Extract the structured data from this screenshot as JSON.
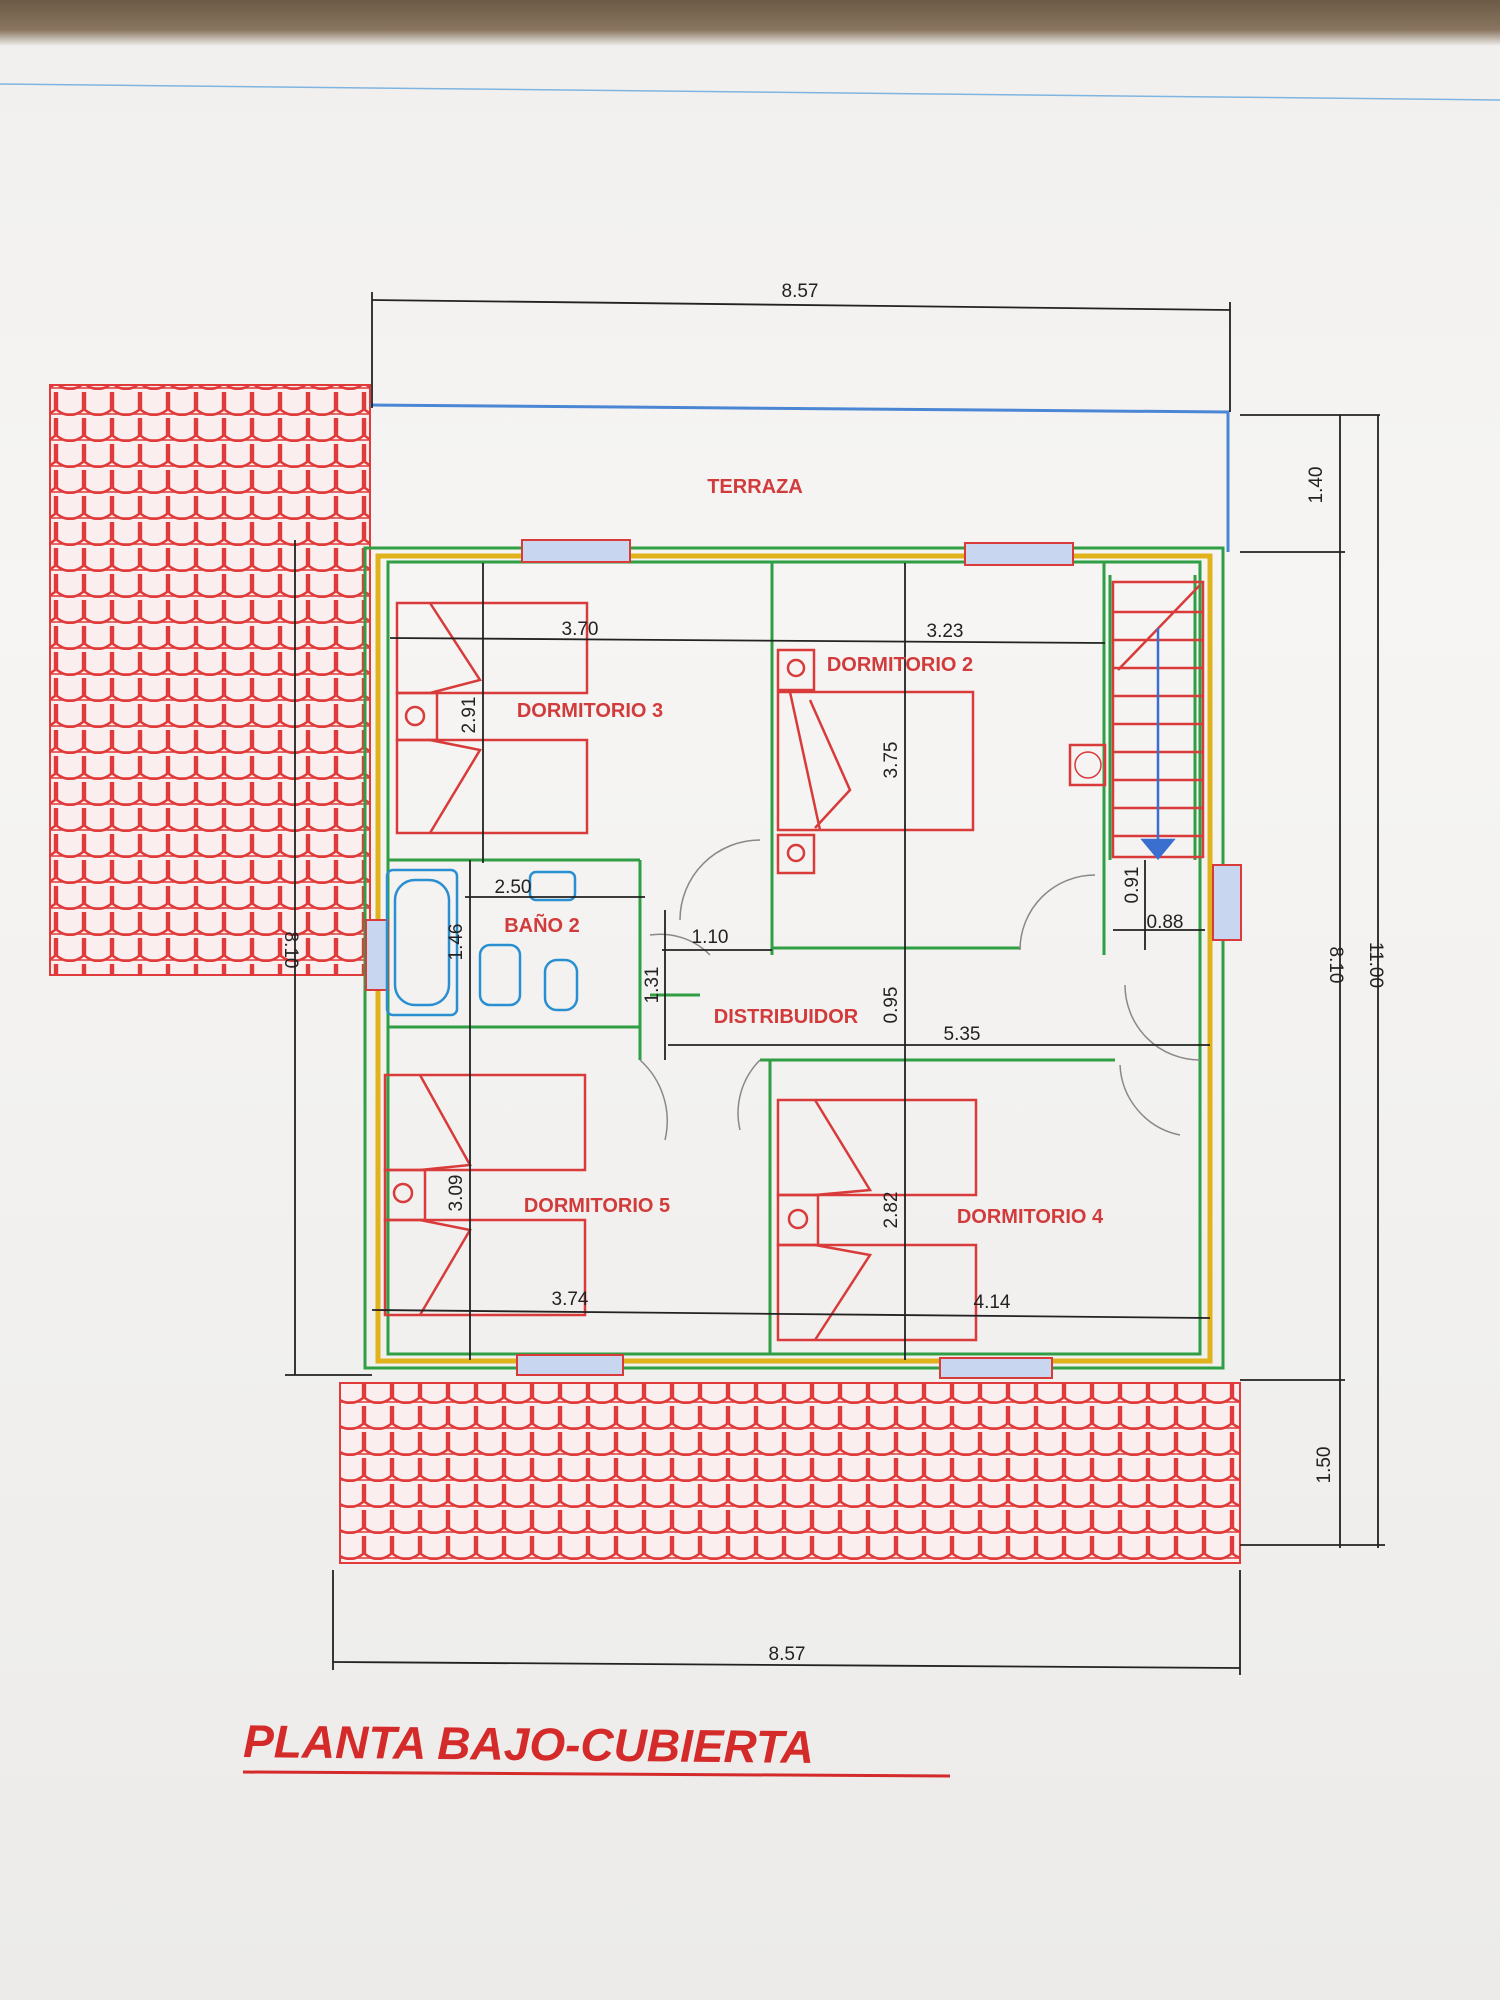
{
  "plan": {
    "title": "PLANTA BAJO-CUBIERTA",
    "rooms": {
      "terraza": "TERRAZA",
      "dormitorio2": "DORMITORIO 2",
      "dormitorio3": "DORMITORIO 3",
      "dormitorio4": "DORMITORIO 4",
      "dormitorio5": "DORMITORIO 5",
      "bano2": "BAÑO 2",
      "distribuidor": "DISTRIBUIDOR"
    },
    "dimensions": {
      "top_width": "8.57",
      "bottom_width": "8.57",
      "terraza_depth": "1.40",
      "house_depth_right": "8.10",
      "house_depth_left": "8.10",
      "total_depth": "11.00",
      "roof_depth": "1.50",
      "d3_width": "3.70",
      "d2_width": "3.23",
      "d3_depth": "2.91",
      "d2_depth": "3.75",
      "bano_width": "2.50",
      "bano_depth": "1.46",
      "corridor_width": "1.10",
      "distrib_depth": "1.31",
      "distrib_mid": "0.95",
      "distrib_length": "5.35",
      "stair_w": "0.91",
      "stair_d": "0.88",
      "d5_depth": "3.09",
      "d4_depth": "2.82",
      "d5_width": "3.74",
      "d4_width": "4.14"
    },
    "colors": {
      "walls": "#2f9e44",
      "insulation": "#e0b21c",
      "furniture": "#d93a3a",
      "sanitary": "#2a8fd0",
      "title": "#d42a2a"
    }
  }
}
